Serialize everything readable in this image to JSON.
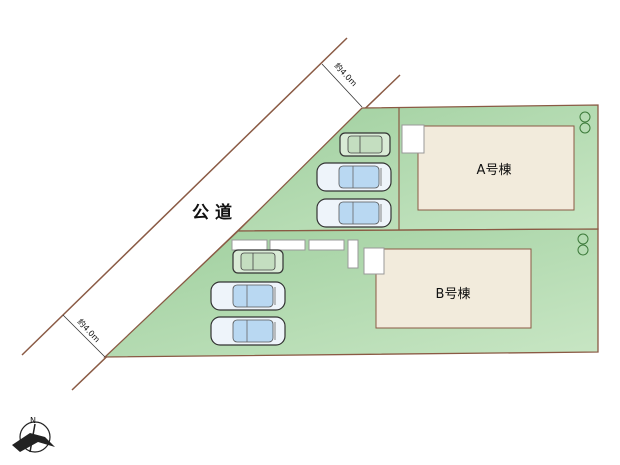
{
  "road": {
    "label": "公 道",
    "width_top": "約4.0m",
    "width_bottom": "約4.0m"
  },
  "buildings": [
    {
      "label": "A号棟"
    },
    {
      "label": "B号棟"
    }
  ],
  "compass": {
    "label": "N"
  },
  "colors": {
    "lot": "#a9d4a8",
    "boundary": "#8a5a44",
    "house": "#f2ebdc",
    "car": "#bcd9f0"
  }
}
